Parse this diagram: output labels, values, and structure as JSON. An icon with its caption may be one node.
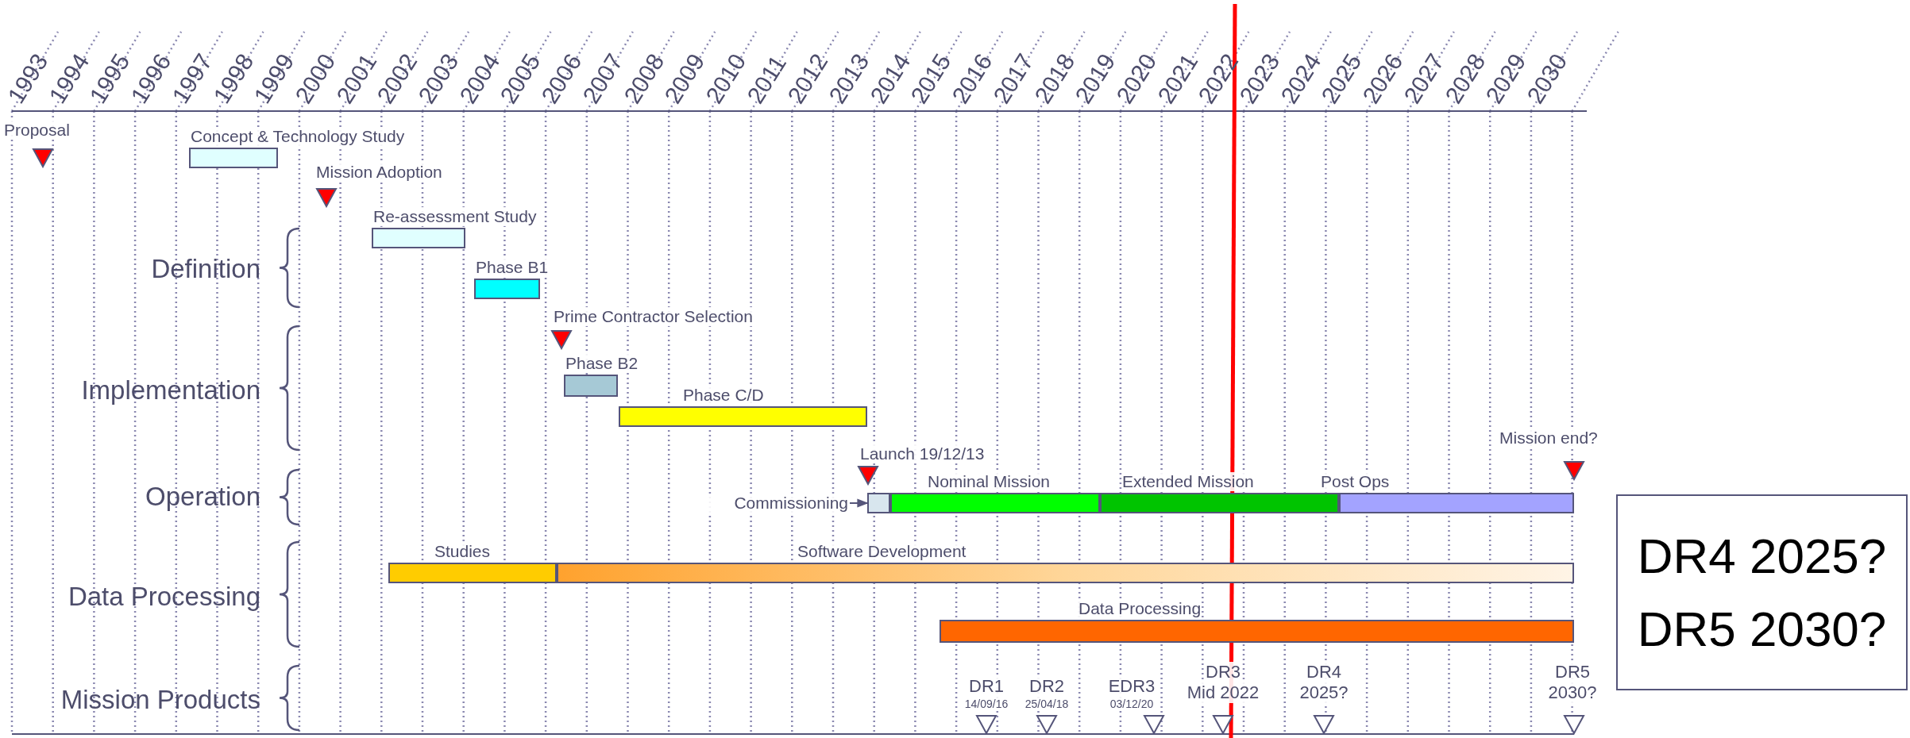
{
  "diagram": {
    "nodes": [
      {
        "text": [
          "Proposal"
        ]
      },
      {
        "text": [
          "Concept & Technology Study"
        ]
      },
      {
        "text": [
          "Mission Adoption"
        ]
      },
      {
        "text": [
          "Re-assessment Study"
        ]
      },
      {
        "text": [
          "Phase B1"
        ]
      },
      {
        "text": [
          "Prime Contractor Selection"
        ]
      },
      {
        "text": [
          "Phase B2"
        ]
      },
      {
        "text": [
          "Phase C/D"
        ]
      },
      {
        "text": [
          "Launch 19/12/13"
        ]
      },
      {
        "text": [
          "Mission end?"
        ]
      },
      {
        "text": [
          "Commissioning"
        ]
      },
      {
        "text": [],
        "shape": "box"
      },
      {
        "text": [
          "Nominal Mission"
        ]
      },
      {
        "text": [
          "Extended Mission"
        ]
      },
      {
        "text": [
          "Post Ops"
        ]
      },
      {
        "text": [
          "Studies"
        ]
      },
      {
        "text": [
          "Software Development"
        ]
      },
      {
        "text": [
          "Data Processing"
        ]
      },
      {
        "text": [
          "DR1",
          "14/09/16"
        ]
      },
      {
        "text": [
          "DR2",
          "25/04/18"
        ]
      },
      {
        "text": [
          "EDR3",
          "03/12/20"
        ]
      },
      {
        "text": [
          "DR3",
          "Mid 2022"
        ]
      },
      {
        "text": [
          "DR4",
          "2025?"
        ]
      },
      {
        "text": [
          "DR5",
          "2030?"
        ]
      },
      {
        "text": [
          "DR4 2025?",
          "DR5 2030?"
        ]
      }
    ],
    "edges": [
      {
        "from": 10,
        "to": 11,
        "arrow": "to"
      }
    ],
    "labels": [
      "1993",
      "1994",
      "1995",
      "1996",
      "1997",
      "1998",
      "1999",
      "2000",
      "2001",
      "2002",
      "2003",
      "2004",
      "2005",
      "2006",
      "2007",
      "2008",
      "2009",
      "2010",
      "2011",
      "2012",
      "2013",
      "2014",
      "2015",
      "2016",
      "2017",
      "2018",
      "2019",
      "2020",
      "2021",
      "2022",
      "2023",
      "2024",
      "2025",
      "2026",
      "2027",
      "2028",
      "2029",
      "2030",
      "Definition",
      "Implementation",
      "Operation",
      "Data Processing",
      "Mission Products"
    ]
  }
}
